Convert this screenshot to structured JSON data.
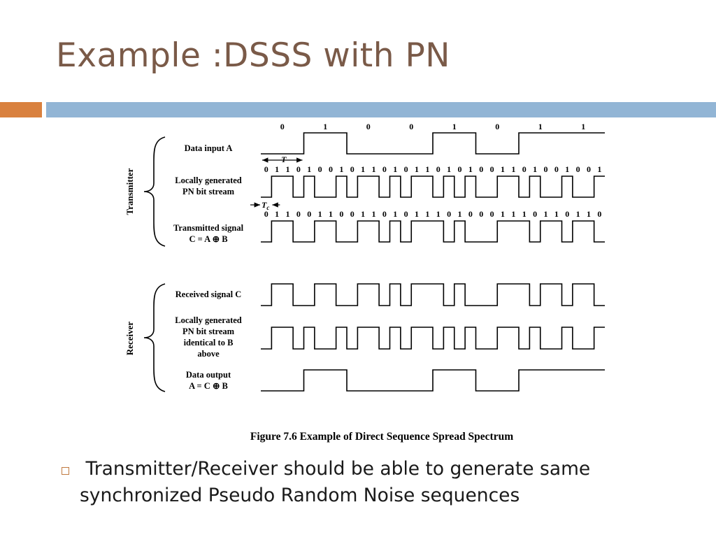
{
  "title": "Example :DSSS with PN",
  "colors": {
    "title": "#7a5a48",
    "accent_orange": "#d9813f",
    "accent_blue": "#92b5d5",
    "bullet": "#c07a40"
  },
  "figure": {
    "caption": "Figure 7.6   Example of Direct Sequence Spread Spectrum",
    "transmitter_label": "Transmitter",
    "receiver_label": "Receiver",
    "period_T": "T",
    "chip_Tc": "T",
    "chip_Tc_sub": "c",
    "data_bits": [
      "0",
      "1",
      "0",
      "0",
      "1",
      "0",
      "1",
      "1"
    ],
    "pn_bits": "01101001011010110101001101001001",
    "tx_bits": "01100110011010111010001110110110",
    "rows": {
      "data_input": [
        "Data input A"
      ],
      "pn_tx": [
        "Locally generated",
        "PN bit stream"
      ],
      "tx_signal": [
        "Transmitted signal",
        "C = A ⊕ B"
      ],
      "rx_signal": [
        "Received signal C"
      ],
      "pn_rx": [
        "Locally generated",
        "PN bit stream",
        "identical to B",
        "above"
      ],
      "data_output": [
        "Data output",
        "A = C ⊕ B"
      ]
    }
  },
  "bullet": " Transmitter/Receiver should be able to generate same\nsynchronized Pseudo Random Noise sequences"
}
